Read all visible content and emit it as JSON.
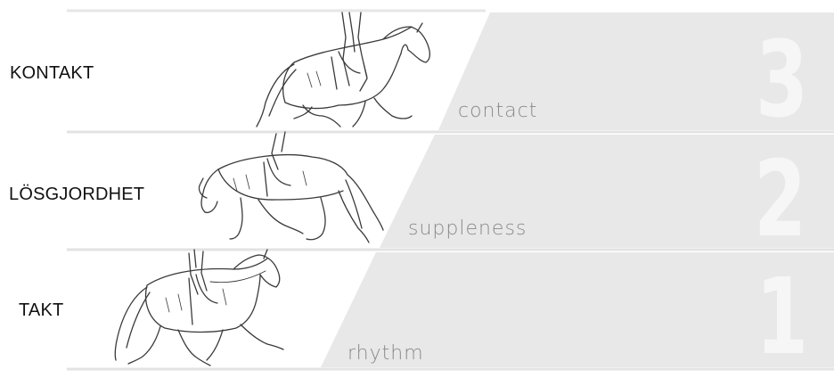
{
  "levels": [
    {
      "step": "3",
      "label_sv": "KONTAKT",
      "label_en": "contact",
      "illustration": "horse-trot-rider-on-bit-illustration"
    },
    {
      "step": "2",
      "label_sv": "LÖSGJORDHET",
      "label_en": "suppleness",
      "illustration": "horse-trot-stretching-low-illustration"
    },
    {
      "step": "1",
      "label_sv": "TAKT",
      "label_en": "rhythm",
      "illustration": "horse-trot-rider-illustration"
    }
  ],
  "colors": {
    "band": "#e8e8e8",
    "numeral": "#f6f6f6",
    "divider": "#e3e3e3",
    "ink": "#333333"
  }
}
